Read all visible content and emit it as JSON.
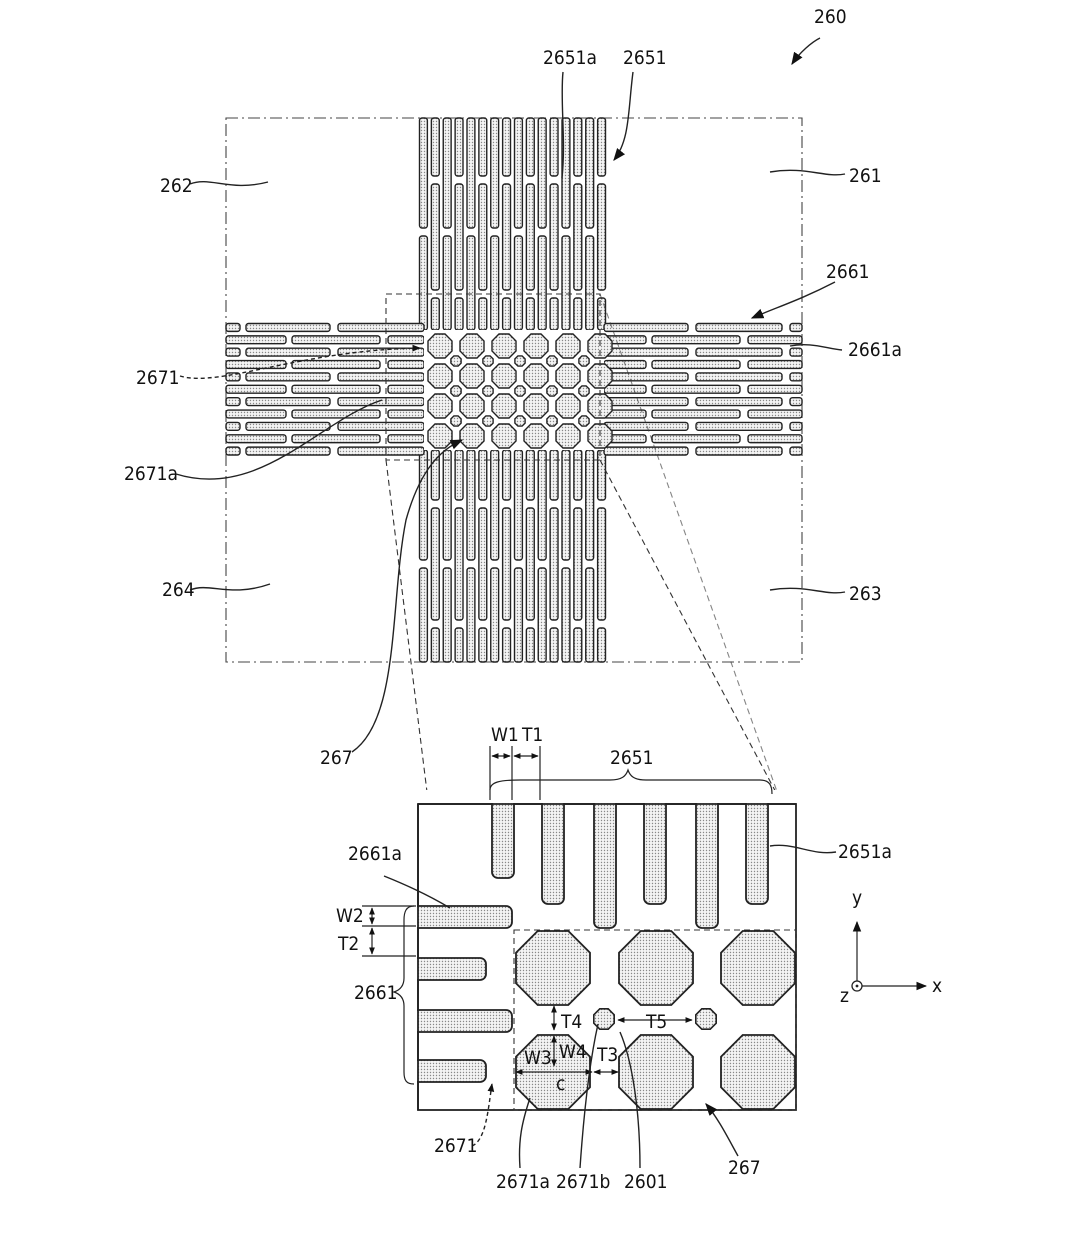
{
  "figure": {
    "labels": {
      "ref_260": "260",
      "ref_2651a_top": "2651a",
      "ref_2651_top": "2651",
      "ref_262": "262",
      "ref_261": "261",
      "ref_2661": "2661",
      "ref_2661a_right": "2661a",
      "ref_2671": "2671",
      "ref_2671a_left": "2671a",
      "ref_264": "264",
      "ref_263": "263",
      "ref_267_mid": "267",
      "dim_W1": "W1",
      "dim_T1": "T1",
      "ref_2651_detail": "2651",
      "ref_2651a_detail": "2651a",
      "ref_2661a_detail": "2661a",
      "dim_W2": "W2",
      "dim_T2": "T2",
      "ref_2661_detail": "2661",
      "dim_T4": "T4",
      "dim_T5": "T5",
      "dim_W3": "W3",
      "dim_W4": "W4",
      "dim_T3": "T3",
      "dim_c": "c",
      "axis_y": "y",
      "axis_x": "x",
      "axis_z": "z",
      "ref_2671_detail": "2671",
      "ref_2671a_detail": "2671a",
      "ref_2671b_detail": "2671b",
      "ref_2601_detail": "2601",
      "ref_267_detail": "267"
    }
  }
}
